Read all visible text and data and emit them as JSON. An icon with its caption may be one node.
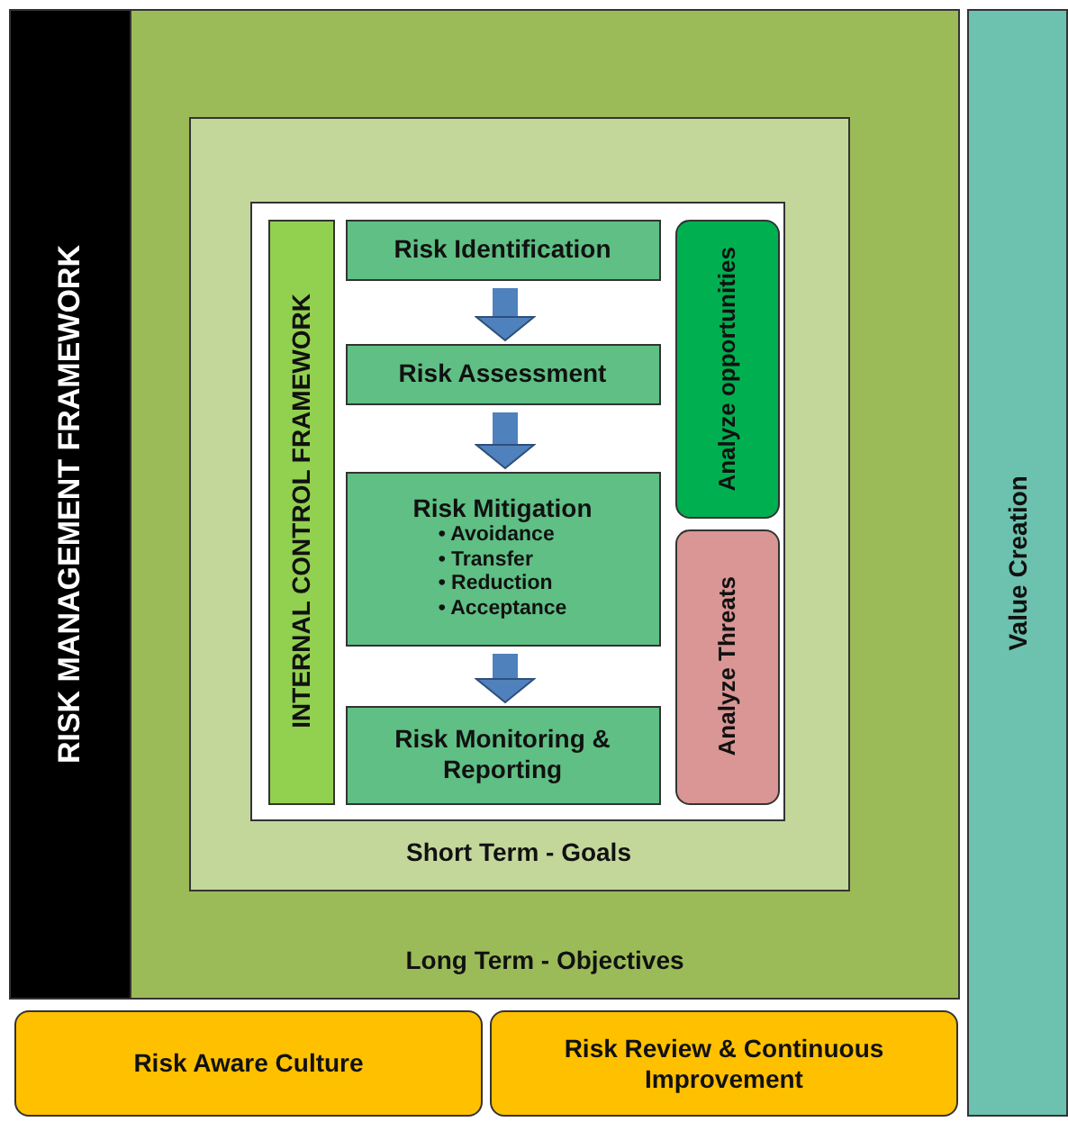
{
  "diagram": {
    "nodes": [
      {
        "text": [
          "RISK MANAGEMENT FRAMEWORK"
        ]
      },
      {
        "text": [
          "Long Term - Objectives"
        ]
      },
      {
        "text": [
          "Short Term - Goals"
        ],
        "in": 1
      },
      {
        "text": [],
        "shape": "box",
        "in": 2
      },
      {
        "text": [
          "INTERNAL CONTROL FRAMEWORK"
        ],
        "in": 3
      },
      {
        "text": [
          "Risk Identification"
        ],
        "in": 3
      },
      {
        "text": [
          "Risk Assessment"
        ],
        "in": 3
      },
      {
        "text": [
          "Risk Mitigation",
          "• Avoidance",
          "• Transfer",
          "• Reduction",
          "• Acceptance"
        ],
        "in": 3
      },
      {
        "text": [
          "Risk Monitoring & Reporting"
        ],
        "in": 3
      },
      {
        "text": [
          "Analyze opportunities"
        ],
        "in": 3
      },
      {
        "text": [
          "Analyze Threats"
        ],
        "in": 3
      },
      {
        "text": [
          "Value Creation"
        ]
      },
      {
        "text": [
          "Risk Aware Culture"
        ]
      },
      {
        "text": [
          "Risk Review & Continuous Improvement"
        ]
      }
    ],
    "edges": [
      {
        "from": 5,
        "to": 6,
        "arrow": "to"
      },
      {
        "from": 6,
        "to": 7,
        "arrow": "to"
      },
      {
        "from": 7,
        "to": 8,
        "arrow": "to"
      }
    ]
  }
}
